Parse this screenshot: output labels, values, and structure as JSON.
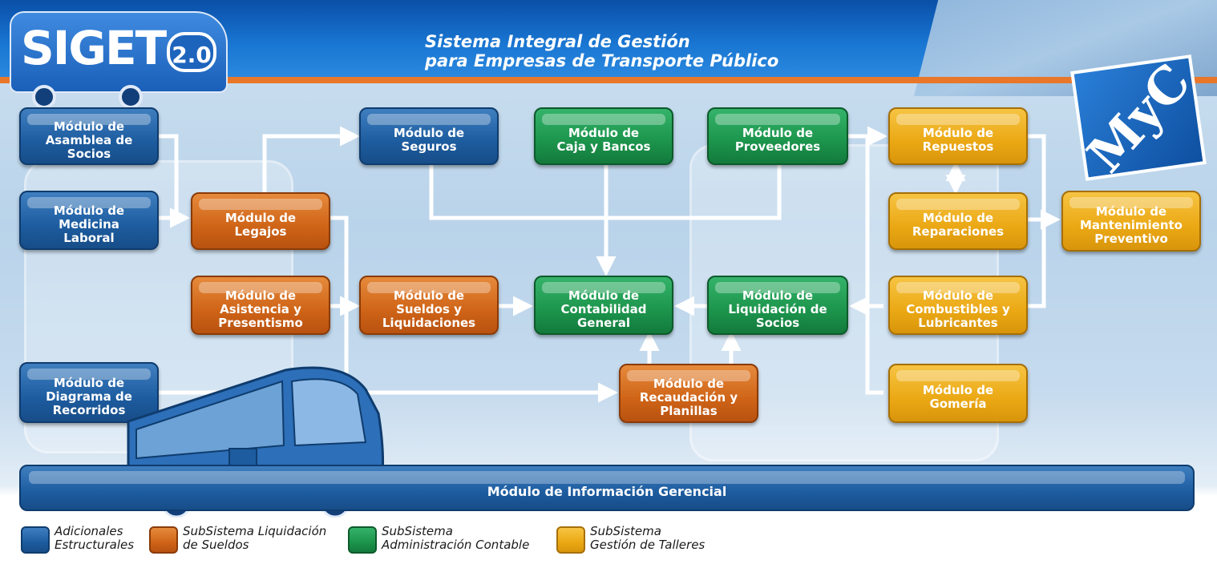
{
  "header": {
    "logo_text": "SIGET",
    "logo_version": "2.0",
    "tagline_line1": "Sistema Integral de Gestión",
    "tagline_line2": "para Empresas de Transporte Público",
    "company_logo_text": "MyC"
  },
  "colors": {
    "blue": "#1d5c9f",
    "orange": "#cf6417",
    "green": "#1c944c",
    "yellow": "#eba814",
    "header_blue": "#1976d2",
    "stripe_orange": "#e8772a"
  },
  "modules": {
    "asamblea": "Módulo de\nAsamblea de\nSocios",
    "medicina": "Módulo de\nMedicina\nLaboral",
    "diagrama": "Módulo de\nDiagrama de\nRecorridos",
    "legajos": "Módulo de\nLegajos",
    "asistencia": "Módulo de\nAsistencia y\nPresentismo",
    "seguros": "Módulo de\nSeguros",
    "sueldos": "Módulo de\nSueldos y\nLiquidaciones",
    "caja": "Módulo de\nCaja y Bancos",
    "contabilidad": "Módulo de\nContabilidad\nGeneral",
    "proveedores": "Módulo de\nProveedores",
    "liquidacion_socios": "Módulo de\nLiquidación de\nSocios",
    "recaudacion": "Módulo de\nRecaudación y\nPlanillas",
    "repuestos": "Módulo de\nRepuestos",
    "reparaciones": "Módulo de\nReparaciones",
    "combustibles": "Módulo de\nCombustibles y\nLubricantes",
    "gomeria": "Módulo de\nGomería",
    "mantenimiento": "Módulo de\nMantenimiento\nPreventivo",
    "informacion_gerencial": "Módulo de Información Gerencial"
  },
  "legend": [
    {
      "label": "Adicionales\nEstructurales",
      "color": "#1d5c9f"
    },
    {
      "label": "SubSistema Liquidación\nde Sueldos",
      "color": "#cf6417"
    },
    {
      "label": "SubSistema\nAdministración Contable",
      "color": "#1c944c"
    },
    {
      "label": "SubSistema\nGestión de Talleres",
      "color": "#eba814"
    }
  ]
}
